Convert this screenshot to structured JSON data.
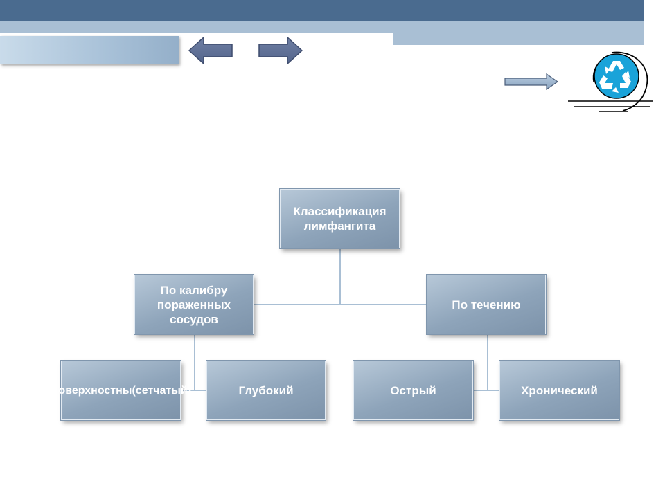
{
  "colors": {
    "header_band": "#4a6b8f",
    "sub_band": "#a9bfd4",
    "node_fill": "#8ea4ba",
    "node_text": "#ffffff",
    "connector": "#a9bfd4",
    "recycle_blue": "#1aa3d9"
  },
  "icons": {
    "nav_back": "left-arrow-icon",
    "nav_forward": "right-arrow-icon",
    "pointer": "right-arrow-icon",
    "recycle": "recycle-icon"
  },
  "diagram": {
    "root": "Классификация лимфангита",
    "branches": [
      {
        "label": "По калибру пораженных сосудов",
        "children": [
          "Поверхностны(сетчатый)",
          "Глубокий"
        ]
      },
      {
        "label": "По течению",
        "children": [
          "Острый",
          "Хронический"
        ]
      }
    ]
  }
}
